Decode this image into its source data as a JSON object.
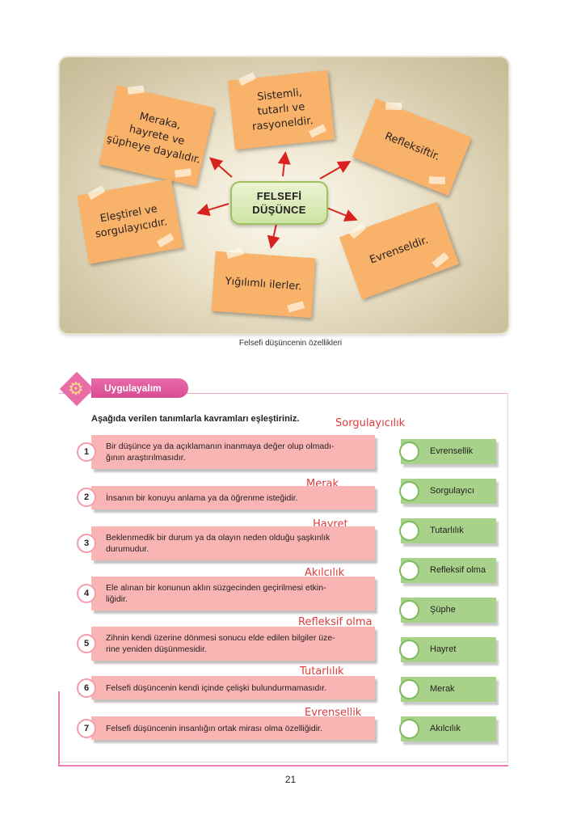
{
  "figure": {
    "center": [
      "FELSEFİ",
      "DÜŞÜNCE"
    ],
    "notes": [
      "Meraka,\nhayrete ve\nşüpheye dayalıdır.",
      "Sistemli,\ntutarlı ve\nrasyoneldir.",
      "Refleksiftir.",
      "Eleştirel ve\nsorgulayıcıdır.",
      "Evrenseldir.",
      "Yığılımlı ilerler."
    ],
    "caption": "Felsefi düşüncenin özellikleri"
  },
  "exercise": {
    "badge": "Uygulayalım",
    "instruction": "Aşağıda verilen tanımlarla kavramları eşleştiriniz.",
    "items": [
      {
        "n": "1",
        "text": "Bir düşünce ya da açıklamanın inanmaya değer olup olmadı-\nğının araştırılmasıdır.",
        "answer": "Sorgulayıcılık"
      },
      {
        "n": "2",
        "text": "İnsanın bir konuyu anlama ya da öğrenme isteğidir.",
        "answer": "Merak"
      },
      {
        "n": "3",
        "text": "Beklenmedik bir durum ya da olayın neden olduğu şaşkınlık\ndurumudur.",
        "answer": "Hayret"
      },
      {
        "n": "4",
        "text": "Ele alınan bir konunun aklın süzgecinden geçirilmesi etkin-\nliğidir.",
        "answer": "Akılcılık"
      },
      {
        "n": "5",
        "text": "Zihnin kendi üzerine dönmesi sonucu elde edilen bilgiler üze-\nrine yeniden düşünmesidir.",
        "answer": "Refleksif olma"
      },
      {
        "n": "6",
        "text": "Felsefi düşüncenin kendi içinde çelişki bulundurmamasıdır.",
        "answer": "Tutarlılık"
      },
      {
        "n": "7",
        "text": "Felsefi düşüncenin insanlığın ortak mirası olma özelliğidir.",
        "answer": "Evrensellik"
      }
    ],
    "terms": [
      "Evrensellik",
      "Sorgulayıcı",
      "Tutarlılık",
      "Refleksif olma",
      "Şüphe",
      "Hayret",
      "Merak",
      "Akılcılık"
    ]
  },
  "page_number": "21",
  "colors": {
    "note": "#f8b26a",
    "row": "#f8b5b4",
    "term": "#a8d28a",
    "accent": "#e96ba8",
    "handwriting": "#e03a3a"
  }
}
